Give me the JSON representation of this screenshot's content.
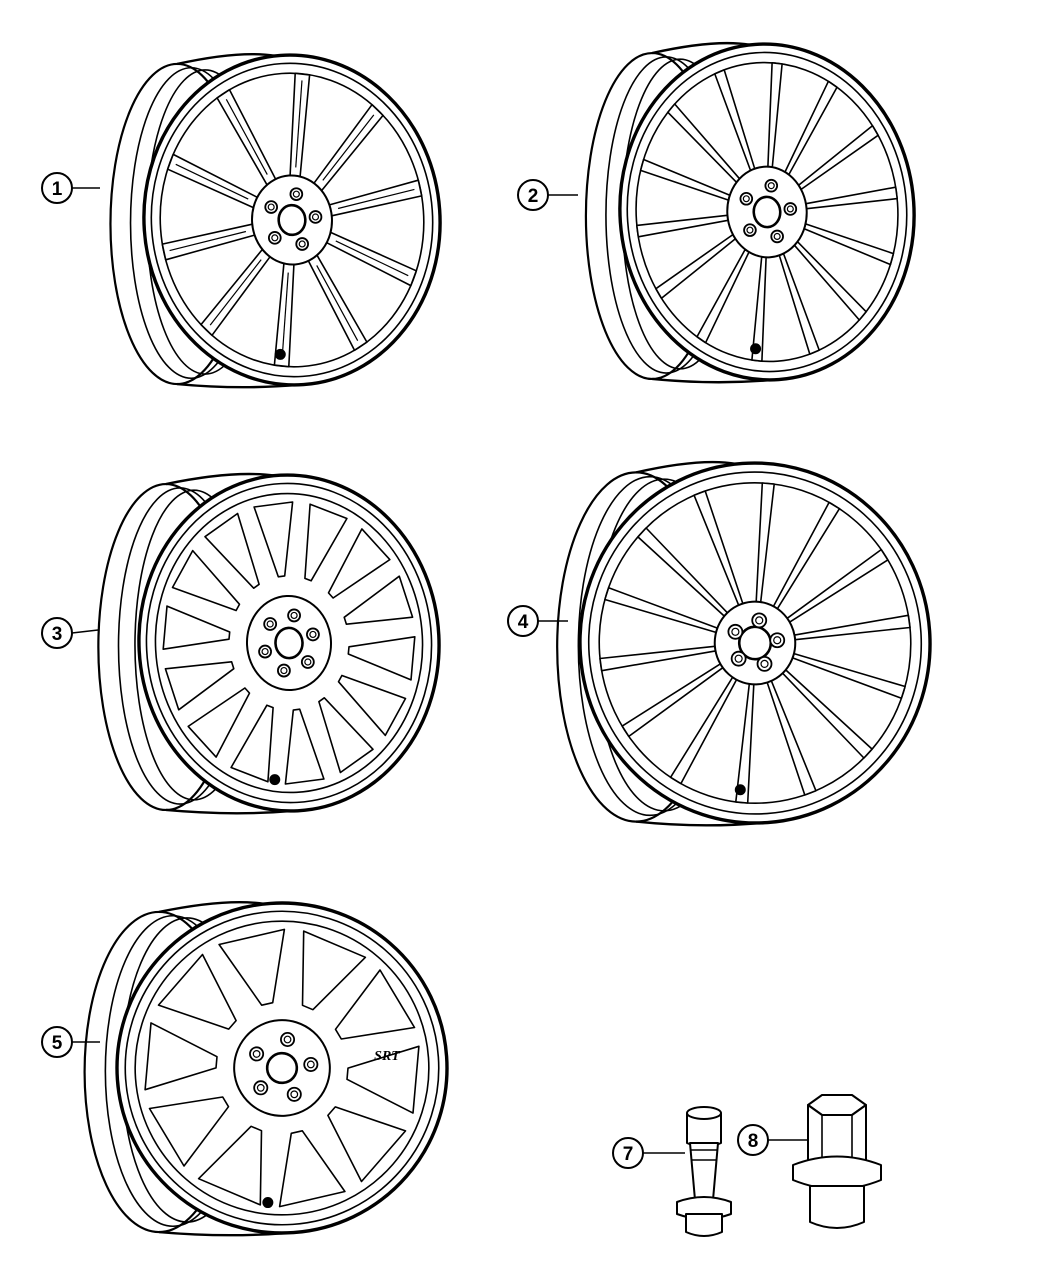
{
  "diagram": {
    "line_color": "#000000",
    "fill_color": "#ffffff"
  },
  "callouts": [
    {
      "label": "1"
    },
    {
      "label": "2"
    },
    {
      "label": "3"
    },
    {
      "label": "4"
    },
    {
      "label": "5"
    },
    {
      "label": "7"
    },
    {
      "label": "8"
    }
  ],
  "wheel5": {
    "badge_text": "SRT"
  }
}
